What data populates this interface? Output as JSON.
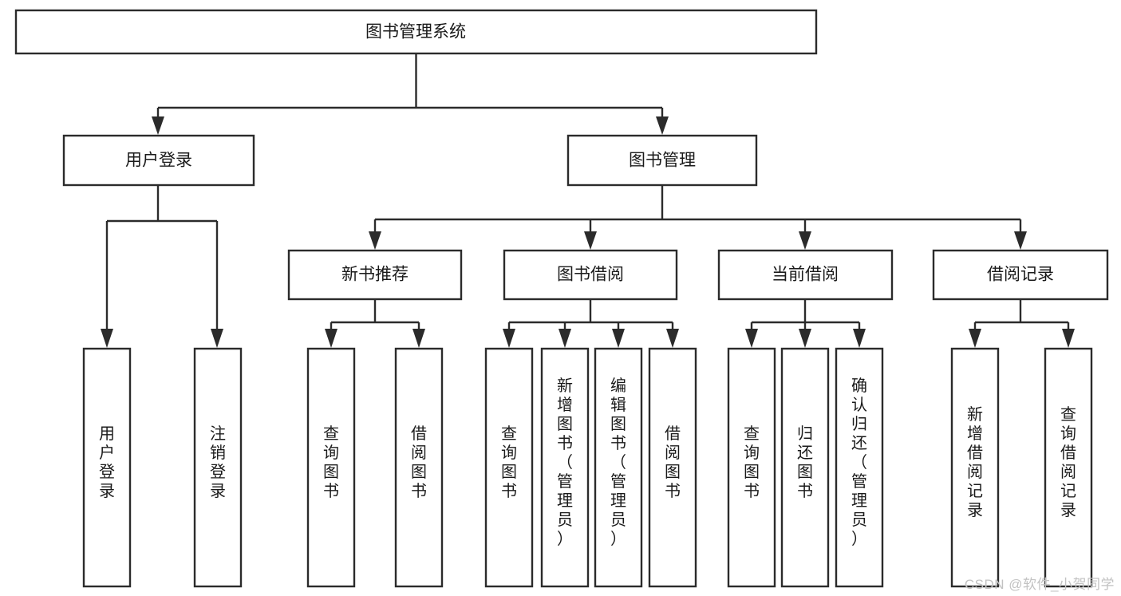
{
  "diagram": {
    "title": "图书管理系统",
    "type": "tree-hierarchy-chart",
    "colors": {
      "background": "#ffffff",
      "box_stroke": "#2b2b2b",
      "box_fill": "#ffffff",
      "text": "#1a1a1a",
      "watermark": "#c2c2c2"
    },
    "levels": {
      "level0_label": "图书管理系统",
      "level1": [
        {
          "id": "user-login",
          "label": "用户登录"
        },
        {
          "id": "book-management",
          "label": "图书管理"
        }
      ],
      "level2": [
        {
          "id": "new-book-recommend",
          "label": "新书推荐"
        },
        {
          "id": "book-borrow",
          "label": "图书借阅"
        },
        {
          "id": "current-borrow",
          "label": "当前借阅"
        },
        {
          "id": "borrow-record",
          "label": "借阅记录"
        }
      ],
      "level3": {
        "user_login_children": [
          {
            "id": "leaf-user-login",
            "label": "用户登录"
          },
          {
            "id": "leaf-logout-login",
            "label": "注销登录"
          }
        ],
        "new_book_recommend_children": [
          {
            "id": "leaf-query-book-1",
            "label": "查询图书"
          },
          {
            "id": "leaf-borrow-book-1",
            "label": "借阅图书"
          }
        ],
        "book_borrow_children": [
          {
            "id": "leaf-query-book-2",
            "label": "查询图书"
          },
          {
            "id": "leaf-add-book-admin",
            "label": "新增图书（管理员）"
          },
          {
            "id": "leaf-edit-book-admin",
            "label": "编辑图书（管理员）"
          },
          {
            "id": "leaf-borrow-book-2",
            "label": "借阅图书"
          }
        ],
        "current_borrow_children": [
          {
            "id": "leaf-query-book-3",
            "label": "查询图书"
          },
          {
            "id": "leaf-return-book",
            "label": "归还图书"
          },
          {
            "id": "leaf-confirm-return-admin",
            "label": "确认归还（管理员）"
          }
        ],
        "borrow_record_children": [
          {
            "id": "leaf-add-borrow-record",
            "label": "新增借阅记录"
          },
          {
            "id": "leaf-query-borrow-record",
            "label": "查询借阅记录"
          }
        ]
      }
    },
    "watermark": "CSDN @软件_小贺同学"
  }
}
